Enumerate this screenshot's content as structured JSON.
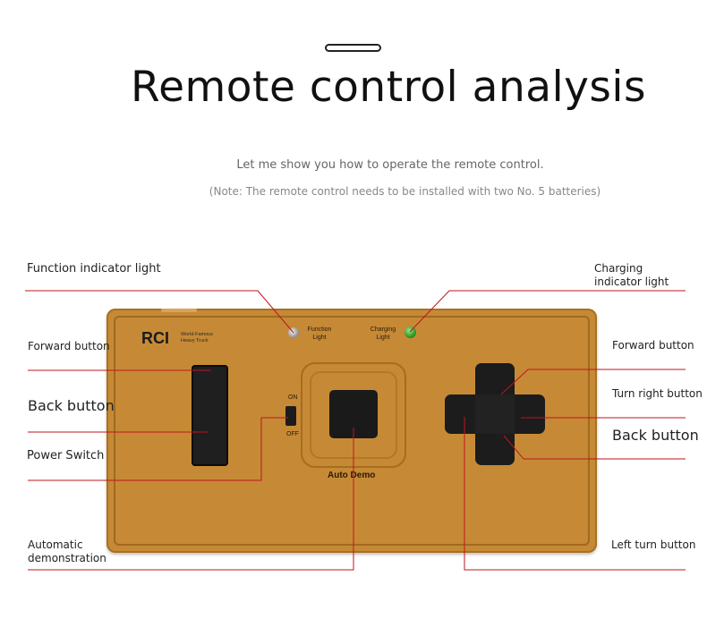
{
  "header": {
    "title": "Remote control analysis",
    "subtitle": "Let me show you how to operate the remote control.",
    "note": "(Note: The remote control needs to be installed with two No. 5 batteries)"
  },
  "labels": {
    "function_indicator": "Function indicator light",
    "charging_indicator": "Charging indicator light",
    "forward_left": "Forward button",
    "back_left": "Back button",
    "power_switch": "Power Switch",
    "auto_demo": "Automatic demonstration",
    "forward_right": "Forward button",
    "turn_right": "Turn right button",
    "back_right": "Back button",
    "left_turn": "Left turn button"
  },
  "device": {
    "brand": "RCI",
    "tagline": "World-Famous Heavy Truck",
    "function_text": "Function Light",
    "charging_text": "Charging Light",
    "switch_on": "ON",
    "switch_off": "OFF",
    "demo_label": "Auto Demo",
    "body_color": "#c68a36",
    "charging_led_color": "#2f9a21",
    "callout_line_color": "#c0141c"
  }
}
